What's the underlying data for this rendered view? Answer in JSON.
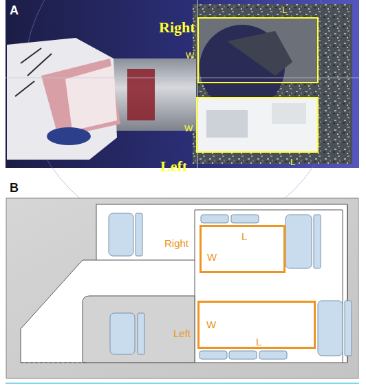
{
  "diagram": {
    "nodes": [
      {
        "text": [
          "Right",
          "W",
          "L"
        ]
      },
      {
        "text": [
          "W",
          "Left",
          "L"
        ]
      },
      {
        "text": [
          "Right",
          "W",
          "L"
        ]
      },
      {
        "text": [
          "W",
          "Left",
          "L"
        ]
      }
    ],
    "labels": [
      "A",
      "B"
    ]
  }
}
